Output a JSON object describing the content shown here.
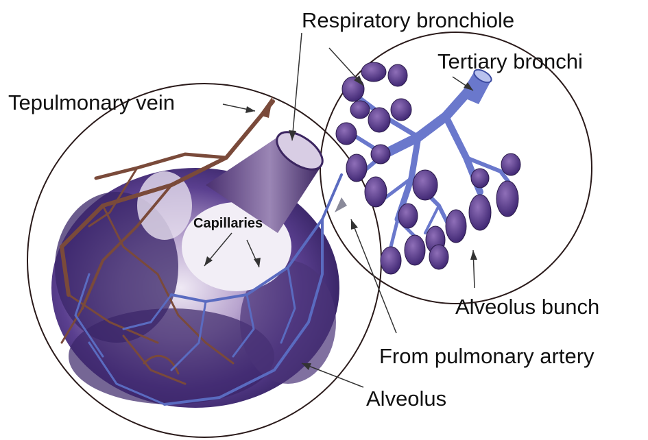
{
  "diagram": {
    "labels": {
      "respiratory_bronchiole": "Respiratory bronchiole",
      "tertiary_bronchi": "Tertiary bronchi",
      "pulmonary_vein": "Tepulmonary vein",
      "capillaries": "Capillaries",
      "alveolus_bunch": "Alveolus bunch",
      "pulmonary_artery": "From pulmonary artery",
      "alveolus": "Alveolus"
    },
    "colors": {
      "outline": "#2a1a1a",
      "alveolus_purple": "#5a3f8f",
      "bronchi_blue": "#6a78cc",
      "vein_brown": "#7a4a3a",
      "artery_blue": "#5a6bc0",
      "cluster_purple": "#4a3080"
    }
  }
}
